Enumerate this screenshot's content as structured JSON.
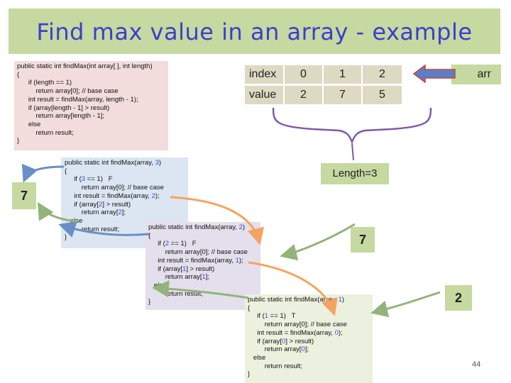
{
  "title": "Find max value in an array - example",
  "code_main": [
    "public static int findMax(int array[ ], int length)",
    "{",
    "      if (length == 1)",
    "          return array[0]; // base case",
    "      int result = findMax(array, length - 1);",
    "      if (array[length - 1] > result)",
    "          return array[length - 1];",
    "      else",
    "          return result;",
    "}"
  ],
  "call3": {
    "sig_prefix": "public static int findMax(array, ",
    "sig_num": "3",
    "sig_suffix": ")",
    "brace_open": "{",
    "if_prefix": "     if (",
    "if_num": "3",
    "if_suffix": " == 1)   F",
    "ret0": "         return array[0]; // base case",
    "res_prefix": "     int result = findMax(array, ",
    "res_num": "2",
    "res_suffix": ");",
    "cmp_prefix": "     if (array[",
    "cmp_num": "2",
    "cmp_suffix": "] > result)",
    "ret_prefix": "         return array[",
    "ret_num": "2",
    "ret_suffix": "];",
    "else": "   else",
    "ret_result": "         return result;",
    "brace_close": "}"
  },
  "call2": {
    "sig_prefix": "public static int findMax(array, ",
    "sig_num": "2",
    "sig_suffix": ")",
    "brace_open": "{",
    "if_prefix": "     if (",
    "if_num": "2",
    "if_suffix": " == 1)   F",
    "ret0": "         return array[0]; // base case",
    "res_prefix": "     int result = findMax(array, ",
    "res_num": "1",
    "res_suffix": ");",
    "cmp_prefix": "     if (array[",
    "cmp_num": "1",
    "cmp_suffix": "] > result)",
    "ret_prefix": "         return array[",
    "ret_num": "1",
    "ret_suffix": "];",
    "else": "   else",
    "ret_result": "         return result;",
    "brace_close": "}"
  },
  "call1": {
    "sig_prefix": "public static int findMax(array, ",
    "sig_num": "1",
    "sig_suffix": ")",
    "brace_open": "{",
    "if_prefix": "     if (",
    "if_num": "1",
    "if_suffix": " == 1)   T",
    "ret0": "         return array[0]; // base case",
    "res_prefix": "     int result = findMax(array, ",
    "res_num": "0",
    "res_suffix": ");",
    "cmp_prefix": "     if (array[",
    "cmp_num": "0",
    "cmp_suffix": "] > result)",
    "ret_prefix": "         return array[",
    "ret_num": "0",
    "ret_suffix": "];",
    "else": "   else",
    "ret_result": "         return result;",
    "brace_close": "}"
  },
  "table": {
    "index_label": "index",
    "value_label": "value",
    "indices": [
      "0",
      "1",
      "2"
    ],
    "values": [
      "2",
      "7",
      "5"
    ]
  },
  "arr_label": "arr",
  "length_label": "Length=3",
  "result_3": "7",
  "result_2": "7",
  "result_1": "2",
  "page_number": "44",
  "colors": {
    "title": "#3d3dd0",
    "title_bar": "#c5d9a0",
    "highlight_number": "#2a55d8",
    "arrow_orange": "#f4a460",
    "arrow_blue": "#6a8fc8",
    "brace_purple": "#7f5aa8",
    "arrow_green": "#93b37a"
  }
}
